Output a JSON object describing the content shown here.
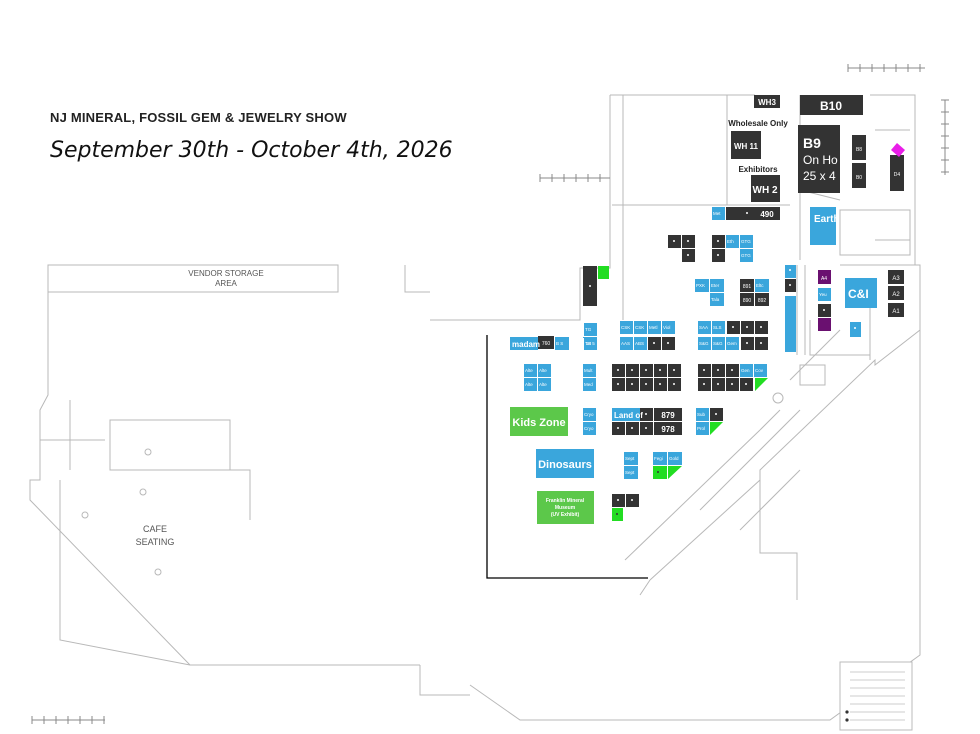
{
  "header": {
    "show_title": "NJ MINERAL, FOSSIL GEM & JEWELRY SHOW",
    "dates": "September 30th - October 4th, 2026"
  },
  "map_labels": {
    "vendor_storage_1": "VENDOR STORAGE",
    "vendor_storage_2": "AREA",
    "cafe_1": "CAFE",
    "cafe_2": "SEATING",
    "wholesale_only": "Wholesale Only",
    "exhibitors": "Exhibitors"
  },
  "booths": {
    "wh3": "WH3",
    "b10": "B10",
    "wh11": "WH 11",
    "wh2": "WH 2",
    "b9": "B9",
    "b9_sub1": "On Ho",
    "b9_sub2": "25 x 4",
    "b8": "B8",
    "b0": "B0",
    "d4": "D4",
    "b490": "490",
    "earth": "Earth",
    "c_and_i": "C&I",
    "a4": "A4",
    "a3": "A3",
    "a2": "A2",
    "a1": "A1",
    "b891": "891",
    "b890": "890",
    "b892": "892",
    "b760": "760",
    "b879": "879",
    "b978": "978",
    "kids_zone": "Kids Zone",
    "dinosaurs": "Dinosaurs",
    "franklin_1": "Franklin Mineral",
    "franklin_2": "Museum",
    "franklin_3": "(UV Exhibit)",
    "land_of": "Land of",
    "madam": "madam",
    "small": [
      "Met",
      "Eth",
      "GTG",
      "GTG",
      "PXK",
      "Eter",
      "Tala",
      "Eltc",
      "TG",
      "TG",
      "CSK",
      "CSK",
      "Metl",
      "Viol",
      "AAS",
      "ABS",
      "SAA",
      "SLS",
      "S&G",
      "S&G",
      "Gem",
      "Alte",
      "Alte",
      "Alte",
      "Alte",
      "Mult",
      "Med",
      "Cov",
      "Gen",
      "Cryo",
      "Cryo",
      "Sub",
      "Prol",
      "Sept",
      "Sept",
      "Fegi",
      "Gold",
      "Yeu",
      "B S",
      "18 5"
    ]
  },
  "icons": {
    "booth_marker": "dot-icon",
    "legend": "legend-icon"
  },
  "colors": {
    "booth_dark": "#333333",
    "booth_blue": "#3aa6dc",
    "booth_green": "#5cc84a",
    "booth_purple": "#6a1070",
    "highlight_magenta": "#e91ee8",
    "wall_line": "#b8b8b8"
  }
}
